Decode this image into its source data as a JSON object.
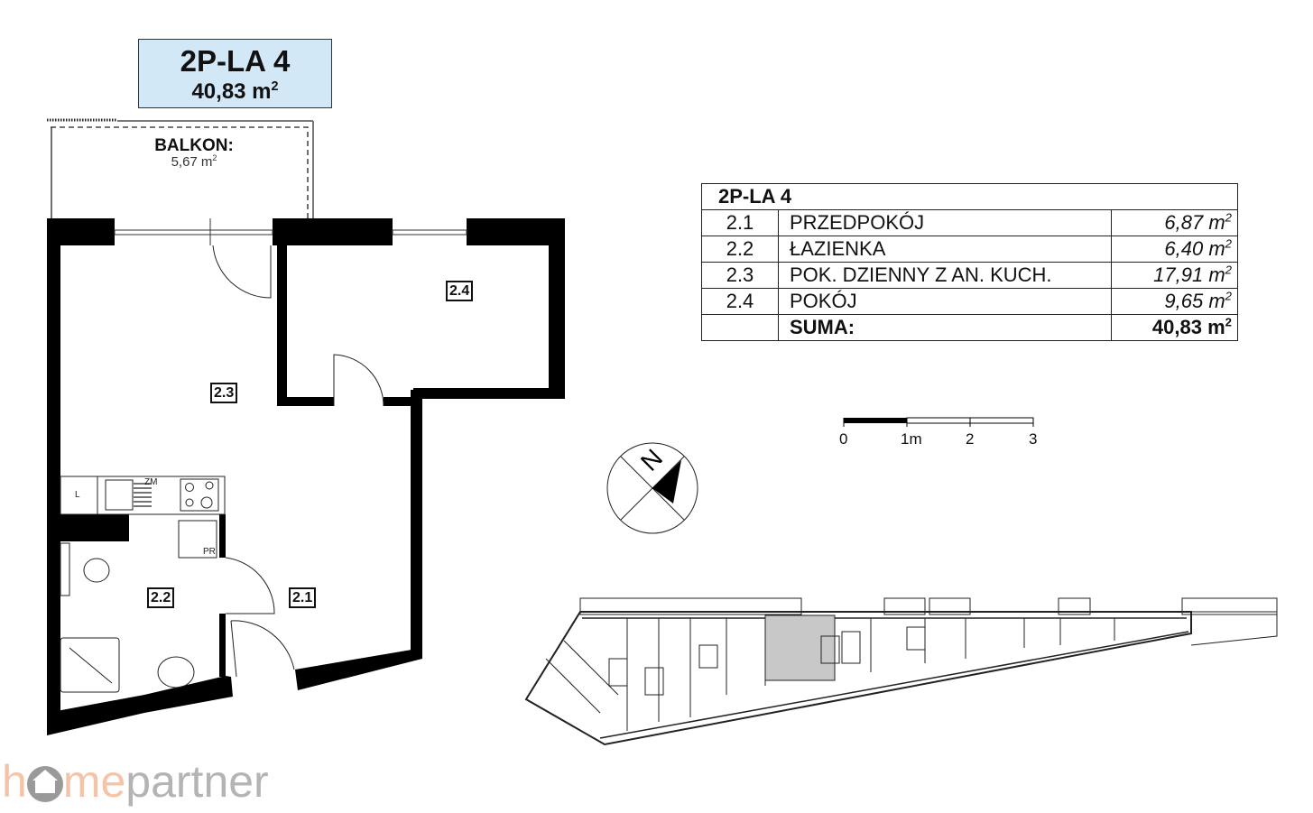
{
  "unit": {
    "code": "2P-LA 4",
    "area": "40,83 m",
    "area_sup": "2"
  },
  "balcony": {
    "label": "BALKON:",
    "area": "5,67 m",
    "area_sup": "2"
  },
  "room_tags": [
    "2.1",
    "2.2",
    "2.3",
    "2.4"
  ],
  "fixtures": {
    "fridge": "L",
    "dishwasher": "ZM",
    "washer": "PR"
  },
  "table": {
    "title": "2P-LA 4",
    "rows": [
      {
        "num": "2.1",
        "name": "PRZEDPOKÓJ",
        "area": "6,87 m",
        "sup": "2"
      },
      {
        "num": "2.2",
        "name": "ŁAZIENKA",
        "area": "6,40 m",
        "sup": "2"
      },
      {
        "num": "2.3",
        "name": "POK. DZIENNY Z AN. KUCH.",
        "area": "17,91 m",
        "sup": "2"
      },
      {
        "num": "2.4",
        "name": "POKÓJ",
        "area": "9,65 m",
        "sup": "2"
      }
    ],
    "sum_label": "SUMA:",
    "sum_area": "40,83 m",
    "sum_sup": "2"
  },
  "scale": {
    "labels": [
      "0",
      "1m",
      "2",
      "3"
    ]
  },
  "compass": {
    "letter": "N"
  },
  "logo": {
    "part1": "h",
    "part2": "me",
    "part3": "partner"
  },
  "colors": {
    "title_bg": "#d3e8f7",
    "highlight_unit": "#c8c8c8",
    "logo_orange": "#f4c4a8",
    "logo_gray": "#b4b4b4"
  }
}
